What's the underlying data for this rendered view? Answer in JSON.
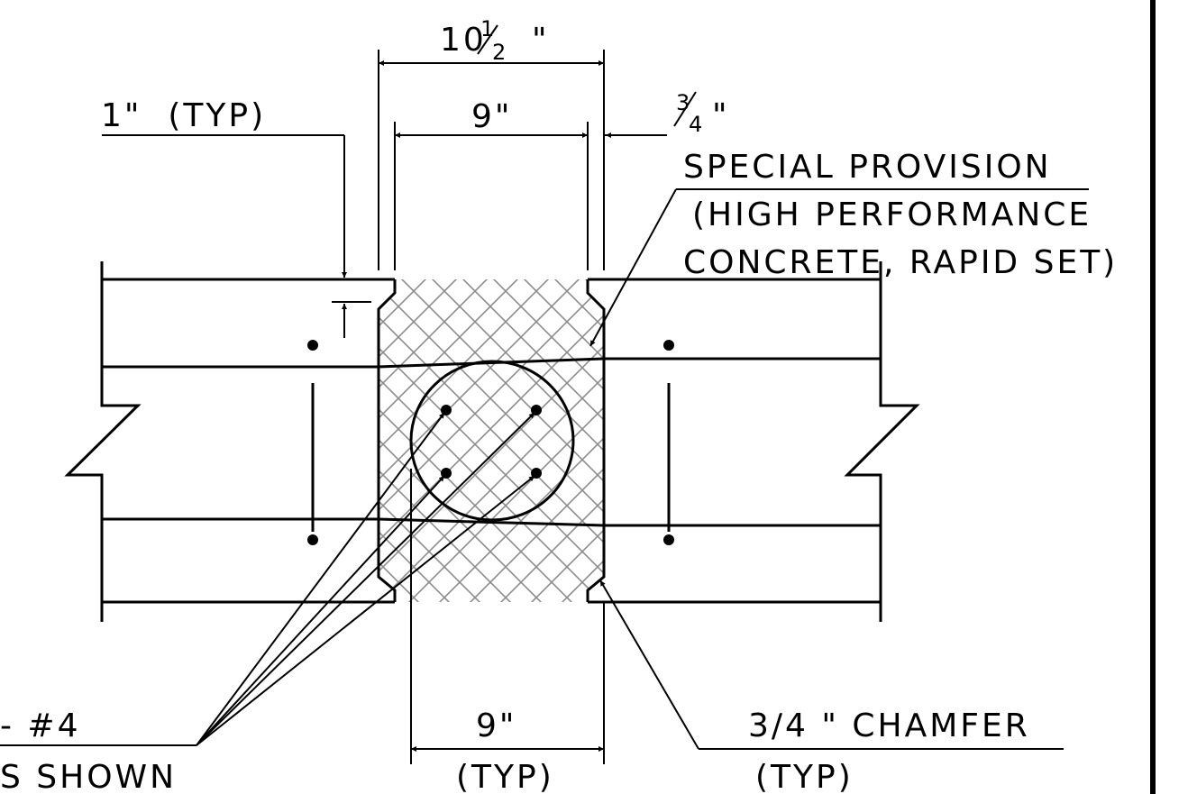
{
  "dimensions": {
    "overall_width": {
      "whole": "10",
      "numerator": "1",
      "denominator": "2",
      "unit": "\""
    },
    "inner_width_top": "9\"",
    "chamfer_top": {
      "numerator": "3",
      "denominator": "4",
      "unit": "\""
    },
    "typ_top": "1\"  (TYP)",
    "bottom_width": "9\"",
    "bottom_width_note": "(TYP)"
  },
  "labels": {
    "special_provision": [
      "SPECIAL PROVISION",
      "(HIGH PERFORMANCE",
      "CONCRETE, RAPID SET)"
    ],
    "bars": [
      "- #4",
      "S SHOWN"
    ],
    "chamfer": "3/4 \" CHAMFER",
    "chamfer_note": "(TYP)"
  },
  "colors": {
    "line": "#000000",
    "hatch": "#8c8c8c",
    "background": "#ffffff"
  }
}
